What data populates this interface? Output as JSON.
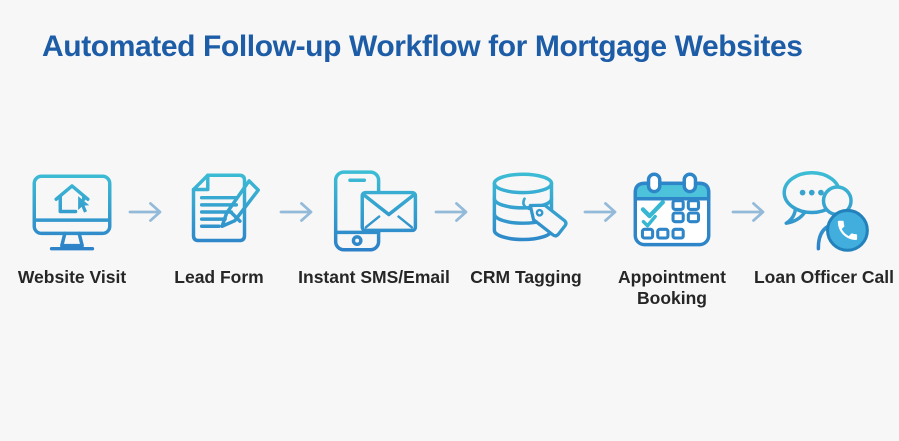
{
  "title": "Automated Follow-up Workflow for Mortgage Websites",
  "steps": [
    {
      "label": "Website Visit",
      "icon": "monitor-website-icon"
    },
    {
      "label": "Lead Form",
      "icon": "document-pen-icon"
    },
    {
      "label": "Instant SMS/Email",
      "icon": "smartphone-envelope-icon"
    },
    {
      "label": "CRM Tagging",
      "icon": "database-tag-icon"
    },
    {
      "label": "Appointment Booking",
      "icon": "calendar-booking-icon"
    },
    {
      "label": "Loan Officer Call",
      "icon": "agent-chat-phone-icon"
    }
  ],
  "colors": {
    "background": "#f7f7f7",
    "title_text": "#1d5ca6",
    "label_text": "#262626",
    "icon_gradient_top": "#3ec1d6",
    "icon_gradient_bottom": "#2b7ac6",
    "calendar_header_fill": "#4cc3da",
    "calendar_outline": "#2e86c9",
    "phone_badge_fill": "#41aede",
    "phone_badge_ring": "#2382bb",
    "arrow": "#94bada"
  }
}
